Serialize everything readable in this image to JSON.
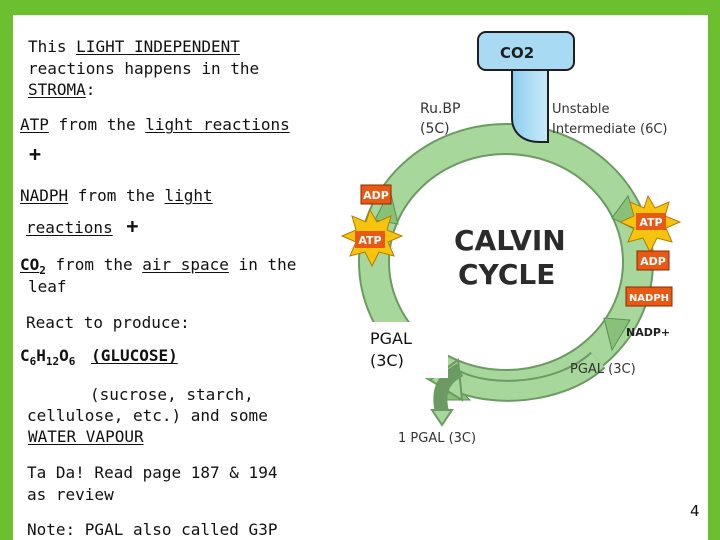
{
  "text": {
    "line1_prefix": "This ",
    "line1_term": "LIGHT INDEPENDENT",
    "line2": "reactions happens in the",
    "line3_term": "STROMA",
    "line3_suffix": ":",
    "atp_term": "ATP",
    "atp_mid": " from the ",
    "atp_link": "light reactions",
    "plus": "+",
    "nadph_term": "NADPH",
    "nadph_mid": " from the ",
    "nadph_link": "light",
    "nadph_link2": "reactions",
    "co2_term": "CO",
    "co2_sub": "2",
    "co2_mid": " from the ",
    "co2_link": "air space",
    "co2_suffix": " in the",
    "co2_line2": "leaf",
    "react": "React to produce:",
    "glucose_c": "C",
    "glucose_c_sub": "6",
    "glucose_h": "H",
    "glucose_h_sub": "12",
    "glucose_o": "O",
    "glucose_o_sub": "6",
    "glucose_name": "(GLUCOSE)",
    "sugars_line1": "(sucrose, starch,",
    "sugars_line2": "cellulose, etc.) and some",
    "water": "WATER VAPOUR",
    "tada_line1": "Ta Da! Read page 187 & 194",
    "tada_line2": "as review",
    "note": "Note: PGAL also called G3P"
  },
  "diagram": {
    "co2_box": "CO2",
    "rubp_line1": "Ru.BP",
    "rubp_line2": "(5C)",
    "unstable_line1": "Unstable",
    "unstable_line2": "Intermediate (6C)",
    "adp_left": "ADP",
    "atp_left": "ATP",
    "atp_right": "ATP",
    "adp_right": "ADP",
    "nadph": "NADPH",
    "nadp_plus": "NADP+",
    "title_line1": "CALVIN",
    "title_line2": "CYCLE",
    "pgal_left_line1": "PGAL",
    "pgal_left_line2": "(3C)",
    "pgal_right": "PGAL (3C)",
    "pgal_bottom": "1 PGAL (3C)"
  },
  "page_number": "4",
  "colors": {
    "frame": "#6cbf2f",
    "cycle_arrow": "#9bd08a",
    "cycle_outline": "#6b9a62",
    "co2_tube": "#a8daf3",
    "orange_box": "#e85a13",
    "starburst": "#f6c40f"
  }
}
